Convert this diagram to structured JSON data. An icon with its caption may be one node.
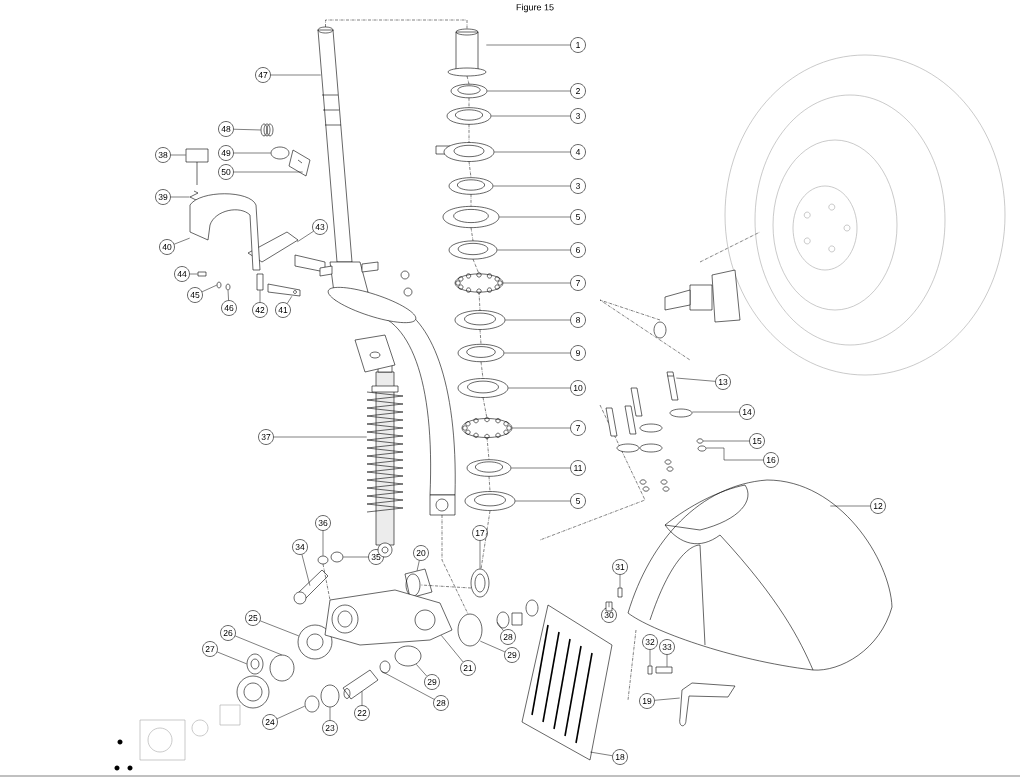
{
  "diagram": {
    "title": "Figure 15",
    "nodes": [
      {
        "text": [
          "1"
        ]
      },
      {
        "text": [
          "2"
        ]
      },
      {
        "text": [
          "3"
        ]
      },
      {
        "text": [
          "4"
        ]
      },
      {
        "text": [
          "3"
        ]
      },
      {
        "text": [
          "5"
        ]
      },
      {
        "text": [
          "6"
        ]
      },
      {
        "text": [
          "7"
        ]
      },
      {
        "text": [
          "8"
        ]
      },
      {
        "text": [
          "9"
        ]
      },
      {
        "text": [
          "10"
        ]
      },
      {
        "text": [
          "7"
        ]
      },
      {
        "text": [
          "11"
        ]
      },
      {
        "text": [
          "5"
        ]
      },
      {
        "text": [
          "13"
        ]
      },
      {
        "text": [
          "14"
        ]
      },
      {
        "text": [
          "15"
        ]
      },
      {
        "text": [
          "16"
        ]
      },
      {
        "text": [
          "12"
        ]
      },
      {
        "text": [
          "47"
        ]
      },
      {
        "text": [
          "48"
        ]
      },
      {
        "text": [
          "38"
        ]
      },
      {
        "text": [
          "49"
        ]
      },
      {
        "text": [
          "50"
        ]
      },
      {
        "text": [
          "39"
        ]
      },
      {
        "text": [
          "43"
        ]
      },
      {
        "text": [
          "40"
        ]
      },
      {
        "text": [
          "44"
        ]
      },
      {
        "text": [
          "45"
        ]
      },
      {
        "text": [
          "46"
        ]
      },
      {
        "text": [
          "42"
        ]
      },
      {
        "text": [
          "41"
        ]
      },
      {
        "text": [
          "37"
        ]
      },
      {
        "text": [
          "36"
        ]
      },
      {
        "text": [
          "34"
        ]
      },
      {
        "text": [
          "35"
        ]
      },
      {
        "text": [
          "20"
        ]
      },
      {
        "text": [
          "17"
        ]
      },
      {
        "text": [
          "31"
        ]
      },
      {
        "text": [
          "30"
        ]
      },
      {
        "text": [
          "25"
        ]
      },
      {
        "text": [
          "26"
        ]
      },
      {
        "text": [
          "27"
        ]
      },
      {
        "text": [
          "28"
        ]
      },
      {
        "text": [
          "29"
        ]
      },
      {
        "text": [
          "32"
        ]
      },
      {
        "text": [
          "33"
        ]
      },
      {
        "text": [
          "21"
        ]
      },
      {
        "text": [
          "29"
        ]
      },
      {
        "text": [
          "19"
        ]
      },
      {
        "text": [
          "28"
        ]
      },
      {
        "text": [
          "22"
        ]
      },
      {
        "text": [
          "24"
        ]
      },
      {
        "text": [
          "23"
        ]
      },
      {
        "text": [
          "18"
        ]
      },
      {
        "text": [],
        "shape": "picture"
      },
      {
        "text": [],
        "shape": "picture"
      },
      {
        "text": [],
        "shape": "picture"
      },
      {
        "text": [],
        "shape": "picture"
      },
      {
        "text": [],
        "shape": "picture"
      },
      {
        "text": [],
        "shape": "picture"
      },
      {
        "text": [],
        "shape": "picture"
      },
      {
        "text": [],
        "shape": "picture"
      },
      {
        "text": [],
        "shape": "picture"
      },
      {
        "text": [],
        "shape": "picture"
      },
      {
        "text": [],
        "shape": "picture"
      },
      {
        "text": [],
        "shape": "picture"
      },
      {
        "text": [],
        "shape": "picture"
      },
      {
        "text": [],
        "shape": "picture"
      },
      {
        "text": [],
        "shape": "picture"
      },
      {
        "text": [],
        "shape": "circle"
      },
      {
        "text": [],
        "shape": "circle"
      },
      {
        "text": [],
        "shape": "circle"
      },
      {
        "text": [],
        "shape": "picture"
      },
      {
        "text": [],
        "shape": "picture"
      },
      {
        "text": [],
        "shape": "picture"
      },
      {
        "text": [],
        "shape": "picture"
      },
      {
        "text": [],
        "shape": "circle"
      },
      {
        "text": [],
        "shape": "picture"
      },
      {
        "text": [],
        "shape": "picture"
      },
      {
        "text": [],
        "shape": "picture"
      },
      {
        "text": [],
        "shape": "picture"
      },
      {
        "text": [],
        "shape": "box"
      },
      {
        "text": [],
        "shape": "circle"
      },
      {
        "text": [],
        "shape": "circle"
      },
      {
        "text": [],
        "shape": "box"
      },
      {
        "text": [],
        "shape": "picture"
      },
      {
        "text": [],
        "shape": "picture"
      },
      {
        "text": [],
        "shape": "circle"
      },
      {
        "text": [],
        "shape": "picture"
      },
      {
        "text": [],
        "shape": "circle"
      },
      {
        "text": [],
        "shape": "picture"
      },
      {
        "text": [],
        "shape": "picture"
      },
      {
        "text": [],
        "shape": "box"
      },
      {
        "text": [],
        "shape": "box"
      },
      {
        "text": [],
        "shape": "picture"
      },
      {
        "text": [],
        "shape": "circle"
      },
      {
        "text": [],
        "shape": "picture"
      },
      {
        "text": [],
        "shape": "circle"
      },
      {
        "text": [],
        "shape": "circle"
      },
      {
        "text": [],
        "shape": "box"
      },
      {
        "text": [],
        "shape": "box"
      },
      {
        "text": [],
        "shape": "picture"
      },
      {
        "text": [],
        "shape": "circle"
      },
      {
        "text": [],
        "shape": "picture"
      },
      {
        "text": [],
        "shape": "circle"
      },
      {
        "text": [],
        "shape": "picture"
      },
      {
        "text": [],
        "shape": "circle"
      },
      {
        "text": [],
        "shape": "circle"
      },
      {
        "text": [],
        "shape": "picture"
      },
      {
        "text": [],
        "shape": "picture"
      }
    ],
    "edges": [
      {
        "from": 0,
        "to": 55,
        "arrow": "none"
      },
      {
        "from": 1,
        "to": 56,
        "arrow": "none"
      },
      {
        "from": 2,
        "to": 57,
        "arrow": "none"
      },
      {
        "from": 3,
        "to": 58,
        "arrow": "none"
      },
      {
        "from": 4,
        "to": 59,
        "arrow": "none"
      },
      {
        "from": 5,
        "to": 60,
        "arrow": "none"
      },
      {
        "from": 6,
        "to": 61,
        "arrow": "none"
      },
      {
        "from": 7,
        "to": 62,
        "arrow": "none"
      },
      {
        "from": 8,
        "to": 63,
        "arrow": "none"
      },
      {
        "from": 9,
        "to": 64,
        "arrow": "none"
      },
      {
        "from": 10,
        "to": 65,
        "arrow": "none"
      },
      {
        "from": 11,
        "to": 66,
        "arrow": "none"
      },
      {
        "from": 12,
        "to": 67,
        "arrow": "none"
      },
      {
        "from": 13,
        "to": 68,
        "arrow": "none"
      },
      {
        "from": 14,
        "to": 69,
        "arrow": "none"
      },
      {
        "from": 15,
        "to": 70,
        "arrow": "none"
      },
      {
        "from": 16,
        "to": 71,
        "arrow": "none"
      },
      {
        "from": 17,
        "to": 72,
        "arrow": "none"
      },
      {
        "from": 18,
        "to": 73,
        "arrow": "none"
      },
      {
        "from": 19,
        "to": 74,
        "arrow": "none"
      },
      {
        "from": 20,
        "to": 75,
        "arrow": "none"
      },
      {
        "from": 21,
        "to": 76,
        "arrow": "none"
      },
      {
        "from": 22,
        "to": 77,
        "arrow": "none"
      },
      {
        "from": 23,
        "to": 78,
        "arrow": "none"
      },
      {
        "from": 24,
        "to": 79,
        "arrow": "none"
      },
      {
        "from": 25,
        "to": 80,
        "arrow": "none"
      },
      {
        "from": 26,
        "to": 81,
        "arrow": "none"
      },
      {
        "from": 27,
        "to": 82,
        "arrow": "none"
      },
      {
        "from": 28,
        "to": 83,
        "arrow": "none"
      },
      {
        "from": 29,
        "to": 84,
        "arrow": "none"
      },
      {
        "from": 30,
        "to": 85,
        "arrow": "none"
      },
      {
        "from": 31,
        "to": 86,
        "arrow": "none"
      },
      {
        "from": 32,
        "to": 87,
        "arrow": "none"
      },
      {
        "from": 33,
        "to": 88,
        "arrow": "none"
      },
      {
        "from": 34,
        "to": 89,
        "arrow": "none"
      },
      {
        "from": 35,
        "to": 90,
        "arrow": "none"
      },
      {
        "from": 36,
        "to": 91,
        "arrow": "none"
      },
      {
        "from": 37,
        "to": 92,
        "arrow": "none"
      },
      {
        "from": 38,
        "to": 93,
        "arrow": "none"
      },
      {
        "from": 39,
        "to": 94,
        "arrow": "none"
      },
      {
        "from": 40,
        "to": 95,
        "arrow": "none"
      },
      {
        "from": 41,
        "to": 96,
        "arrow": "none"
      },
      {
        "from": 42,
        "to": 97,
        "arrow": "none"
      },
      {
        "from": 43,
        "to": 98,
        "arrow": "none"
      },
      {
        "from": 44,
        "to": 99,
        "arrow": "none"
      },
      {
        "from": 45,
        "to": 100,
        "arrow": "none"
      },
      {
        "from": 46,
        "to": 101,
        "arrow": "none"
      },
      {
        "from": 47,
        "to": 102,
        "arrow": "none"
      },
      {
        "from": 48,
        "to": 103,
        "arrow": "none"
      },
      {
        "from": 49,
        "to": 104,
        "arrow": "none"
      },
      {
        "from": 50,
        "to": 105,
        "arrow": "none"
      },
      {
        "from": 51,
        "to": 106,
        "arrow": "none"
      },
      {
        "from": 52,
        "to": 107,
        "arrow": "none"
      },
      {
        "from": 53,
        "to": 108,
        "arrow": "none"
      },
      {
        "from": 54,
        "to": 109,
        "arrow": "none"
      },
      {
        "from": 55,
        "to": 56,
        "arrow": "none",
        "style": "dashed"
      },
      {
        "from": 56,
        "to": 57,
        "arrow": "none",
        "style": "dashed"
      },
      {
        "from": 57,
        "to": 58,
        "arrow": "none",
        "style": "dashed"
      },
      {
        "from": 58,
        "to": 59,
        "arrow": "none",
        "style": "dashed"
      },
      {
        "from": 59,
        "to": 60,
        "arrow": "none",
        "style": "dashed"
      },
      {
        "from": 60,
        "to": 61,
        "arrow": "none",
        "style": "dashed"
      },
      {
        "from": 61,
        "to": 62,
        "arrow": "none",
        "style": "dashed"
      },
      {
        "from": 62,
        "to": 63,
        "arrow": "none",
        "style": "dashed"
      },
      {
        "from": 63,
        "to": 64,
        "arrow": "none",
        "style": "dashed"
      },
      {
        "from": 64,
        "to": 65,
        "arrow": "none",
        "style": "dashed"
      },
      {
        "from": 65,
        "to": 66,
        "arrow": "none",
        "style": "dashed"
      },
      {
        "from": 66,
        "to": 67,
        "arrow": "none",
        "style": "dashed"
      },
      {
        "from": 67,
        "to": 68,
        "arrow": "none",
        "style": "dashed"
      },
      {
        "from": 74,
        "to": 55,
        "arrow": "none",
        "style": "dashed"
      },
      {
        "from": 68,
        "to": 92,
        "arrow": "none",
        "style": "dashed"
      },
      {
        "from": 92,
        "to": 91,
        "arrow": "none",
        "style": "dashed"
      },
      {
        "from": 88,
        "to": 102,
        "arrow": "none",
        "style": "dashed"
      },
      {
        "from": 110,
        "to": 99,
        "arrow": "none",
        "style": "dashed"
      }
    ]
  }
}
